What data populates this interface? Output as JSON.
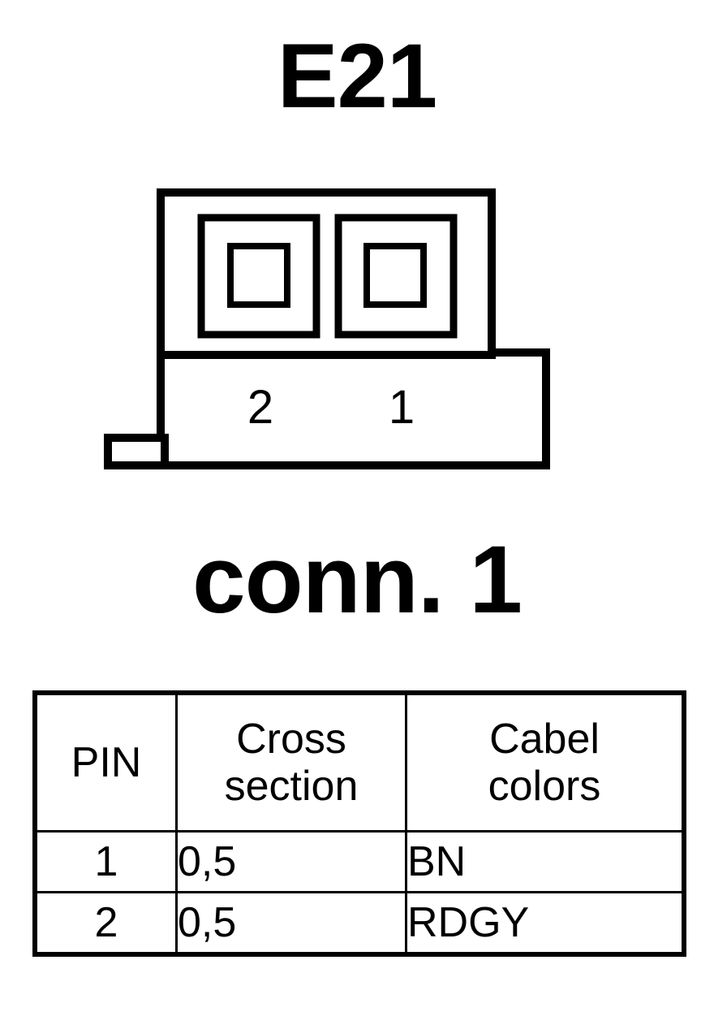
{
  "diagram": {
    "title": "E21",
    "subtitle": "conn. 1",
    "connector": {
      "name": "2-pin-connector",
      "pin_labels": [
        "2",
        "1"
      ],
      "slot_count": 2,
      "line_color": "#000000",
      "fill_color": "#ffffff"
    }
  },
  "table": {
    "name": "pin-assignment-table",
    "headers": [
      "PIN",
      "Cross\nsection",
      "Cabel\ncolors"
    ],
    "rows": [
      {
        "pin": "1",
        "cross_section": "0,5",
        "cable_color": "BN"
      },
      {
        "pin": "2",
        "cross_section": "0,5",
        "cable_color": "RDGY"
      }
    ]
  },
  "chart_data": {
    "type": "table",
    "title": "E21 conn. 1",
    "columns": [
      "PIN",
      "Cross section",
      "Cabel colors"
    ],
    "rows": [
      [
        "1",
        "0,5",
        "BN"
      ],
      [
        "2",
        "0,5",
        "RDGY"
      ]
    ]
  }
}
